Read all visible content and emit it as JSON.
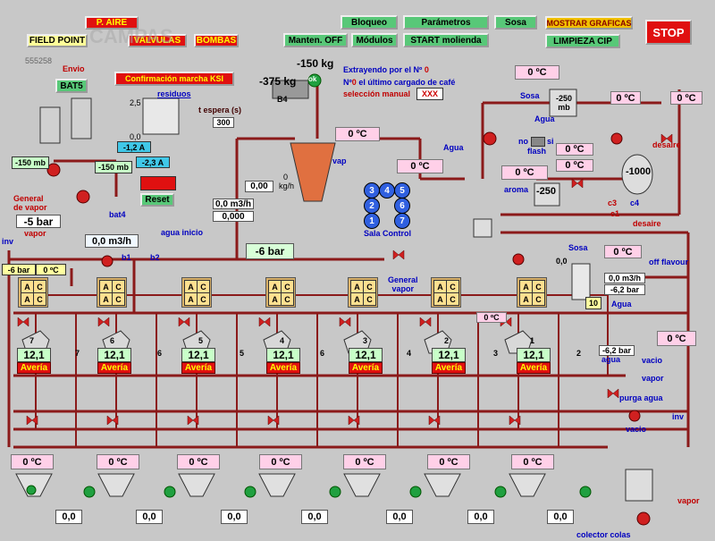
{
  "header": {
    "p_aire": "P. AIRE",
    "field_point": "FIELD POINT",
    "valvulas": "VALVULAS",
    "bombas": "BOMBAS",
    "watermark": "CAMPAS",
    "code": "555258",
    "bloqueo": "Bloqueo",
    "parametros": "Parámetros",
    "sosa": "Sosa",
    "manten": "Manten. OFF",
    "modulos": "Módulos",
    "start": "START molienda",
    "mostrar": "MOSTRAR GRAFICAS",
    "limpieza": "LIMPIEZA CIP",
    "stop": "STOP"
  },
  "left": {
    "envio": "Envio",
    "bat": "BAT5",
    "confirm": "Confirmación marcha KSI",
    "residuos": "residuos",
    "t_espera": "t espera (s)",
    "t_espera_val": "300",
    "scale_top": "2,5",
    "scale_bot": "0,0",
    "amp1": "-1,2 A",
    "amp2": "-2,3 A",
    "pres1": "-150 mb",
    "pres2": "-150 mb",
    "reset": "Reset",
    "bat4": "bat4",
    "general_vapor": "General\nde vapor",
    "bar5": "-5 bar",
    "vapor": "vapor",
    "inv": "inv",
    "flow": "0,0 m3/h",
    "bar6": "-6 bar",
    "temp0": "0 ºC",
    "b1": "b1",
    "b2": "b2",
    "agua_inicio": "agua inicio"
  },
  "center": {
    "kg150": "-150 kg",
    "kg375": "-375 kg",
    "b4": "B4",
    "ok": "ok",
    "extrayendo": "Extrayendo por el Nº",
    "extrayendo_n": "0",
    "n0": "Nº",
    "n0_val": "0",
    "ultimo": "el último cargado de café",
    "seleccion": "selección manual",
    "xxx": "XXX",
    "temp_top": "0 ºC",
    "flow_kgh_val": "0,00",
    "flow_kgh_unit": "kg/h",
    "zero_kgh": "0",
    "flow_m3h": "0,0 m3/h",
    "flow_m3h_val": "0,000",
    "val000": "0,00",
    "bar6b": "-6 bar",
    "vap": "vap",
    "sala_control": "Sala Control",
    "sala_nums": [
      "3",
      "4",
      "5",
      "2",
      "6",
      "1",
      "7"
    ],
    "agua": "Agua",
    "temp_mid": "0 ºC",
    "aroma": "aroma",
    "temp_aroma": "0 ºC",
    "mb250": "-250\nmb",
    "num250": "-250",
    "general_vapor2": "General\nvapor"
  },
  "right": {
    "temp1": "0 ºC",
    "sosa": "Sosa",
    "agua": "Agua",
    "temp2": "0 ºC",
    "temp3": "0 ºC",
    "temp4": "0 ºC",
    "temp5": "0 ºC",
    "no": "no",
    "si": "si",
    "flash": "flash",
    "desaire": "desaire",
    "desaire2": "desaire",
    "kg1000": "-1000",
    "c1": "c1",
    "c3": "c3",
    "c4": "c4",
    "sosa2": "Sosa",
    "temp_sosa": "0 ºC",
    "off_flavour": "off flavour",
    "flow2": "0,0 m3/h",
    "bar62": "-6,2 bar",
    "val00": "0,0",
    "val10": "10",
    "agua2": "Agua",
    "agua3": "agua",
    "bar62b": "-6,2 bar",
    "temp_right": "0 ºC",
    "temp_mill": "0 ºC",
    "vacio": "vacio",
    "vapor": "vapor",
    "purga": "purga agua",
    "inv": "inv",
    "vacio2": "vacio",
    "colector": "colector colas",
    "vapor2": "vapor"
  },
  "mills": [
    {
      "num": "7",
      "val": "12,1",
      "fault": "Avería",
      "side": "7"
    },
    {
      "num": "6",
      "val": "12,1",
      "fault": "Avería",
      "side": "6"
    },
    {
      "num": "5",
      "val": "12,1",
      "fault": "Avería",
      "side": "5"
    },
    {
      "num": "4",
      "val": "12,1",
      "fault": "Avería",
      "side": "6"
    },
    {
      "num": "3",
      "val": "12,1",
      "fault": "Avería",
      "side": "4"
    },
    {
      "num": "2",
      "val": "12,1",
      "fault": "Avería",
      "side": "3"
    },
    {
      "num": "1",
      "val": "12,1",
      "fault": "Avería",
      "side": "2"
    }
  ],
  "ac": [
    "A",
    "C",
    "A",
    "C"
  ],
  "bottom_temps": [
    "0 ºC",
    "0 ºC",
    "0 ºC",
    "0 ºC",
    "0 ºC",
    "0 ºC",
    "0 ºC"
  ],
  "bottom_vals": [
    "0,0",
    "0,0",
    "0,0",
    "0,0",
    "0,0",
    "0,0",
    "0,0"
  ],
  "bottom_last": "0,0",
  "colors": {
    "pipe": "#8b1a1a",
    "valve": "#d02020",
    "bg": "#c8c8c8"
  }
}
